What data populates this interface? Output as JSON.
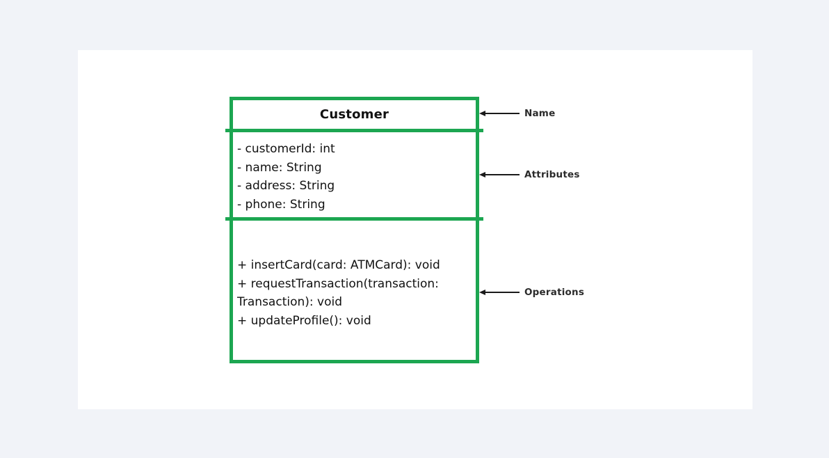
{
  "diagram": {
    "class_box": {
      "name": "Customer",
      "attributes": [
        "- customerId: int",
        "- name: String",
        "- address: String",
        "- phone: String"
      ],
      "operations": [
        "+ insertCard(card: ATMCard): void",
        "+ requestTransaction(transaction: Transaction): void",
        "+ updateProfile(): void"
      ]
    },
    "callouts": [
      {
        "label": "Name"
      },
      {
        "label": "Attributes"
      },
      {
        "label": "Operations"
      }
    ],
    "colors": {
      "page_background": "#f1f3f8",
      "canvas_background": "#ffffff",
      "box_border_green": "#1ca651",
      "member_text": "#111111",
      "callout_text": "#2b2b2b",
      "arrow": "#1a1a1a"
    }
  }
}
